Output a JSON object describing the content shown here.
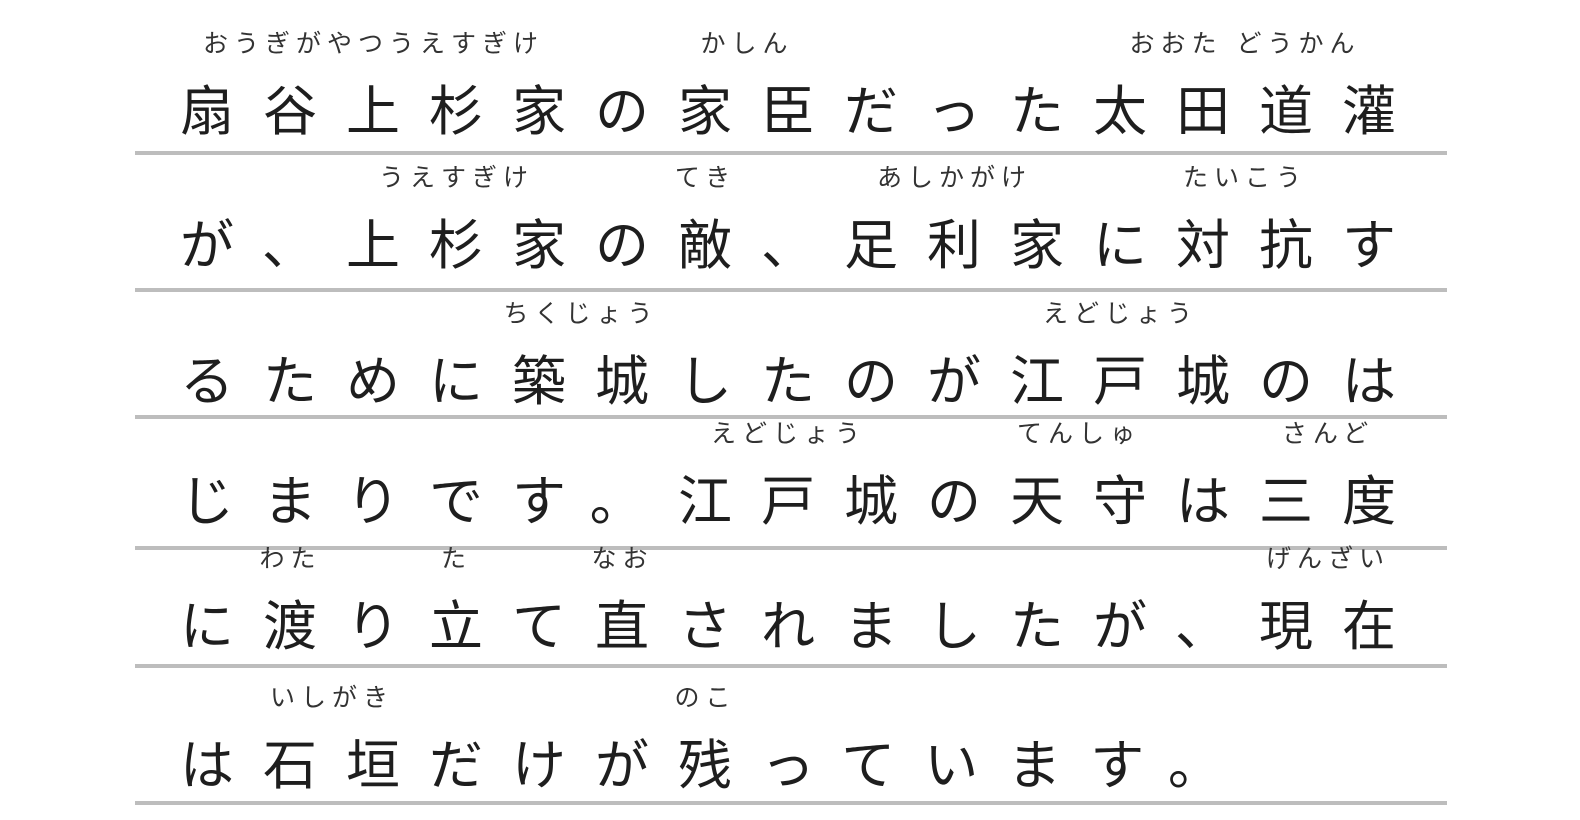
{
  "lines": [
    [
      {
        "base": "扇谷上杉家",
        "ruby": "おうぎがやつうえすぎけ"
      },
      {
        "base": "の"
      },
      {
        "base": "家臣",
        "ruby": "かしん"
      },
      {
        "base": "だった"
      },
      {
        "base": "太田道灌",
        "ruby": "おおた どうかん"
      }
    ],
    [
      {
        "base": "が、"
      },
      {
        "base": "上杉家",
        "ruby": "うえすぎけ"
      },
      {
        "base": "の"
      },
      {
        "base": "敵",
        "ruby": "てき"
      },
      {
        "base": "、"
      },
      {
        "base": "足利家",
        "ruby": "あしかがけ"
      },
      {
        "base": "に"
      },
      {
        "base": "対抗",
        "ruby": "たいこう"
      },
      {
        "base": "す"
      }
    ],
    [
      {
        "base": "るために"
      },
      {
        "base": "築城",
        "ruby": "ちくじょう"
      },
      {
        "base": "したのが"
      },
      {
        "base": "江戸城",
        "ruby": "えどじょう"
      },
      {
        "base": "のは"
      }
    ],
    [
      {
        "base": "じまりです。"
      },
      {
        "base": "江戸城",
        "ruby": "えどじょう"
      },
      {
        "base": "の"
      },
      {
        "base": "天守",
        "ruby": "てんしゅ"
      },
      {
        "base": "は"
      },
      {
        "base": "三度",
        "ruby": "さんど"
      }
    ],
    [
      {
        "base": "に"
      },
      {
        "base": "渡",
        "ruby": "わた"
      },
      {
        "base": "り"
      },
      {
        "base": "立",
        "ruby": "た"
      },
      {
        "base": "て"
      },
      {
        "base": "直",
        "ruby": "なお"
      },
      {
        "base": "されましたが、"
      },
      {
        "base": "現在",
        "ruby": "げんざい"
      }
    ],
    [
      {
        "base": "は"
      },
      {
        "base": "石垣",
        "ruby": "いしがき"
      },
      {
        "base": "だけが"
      },
      {
        "base": "残",
        "ruby": "のこ"
      },
      {
        "base": "っています。"
      }
    ]
  ]
}
